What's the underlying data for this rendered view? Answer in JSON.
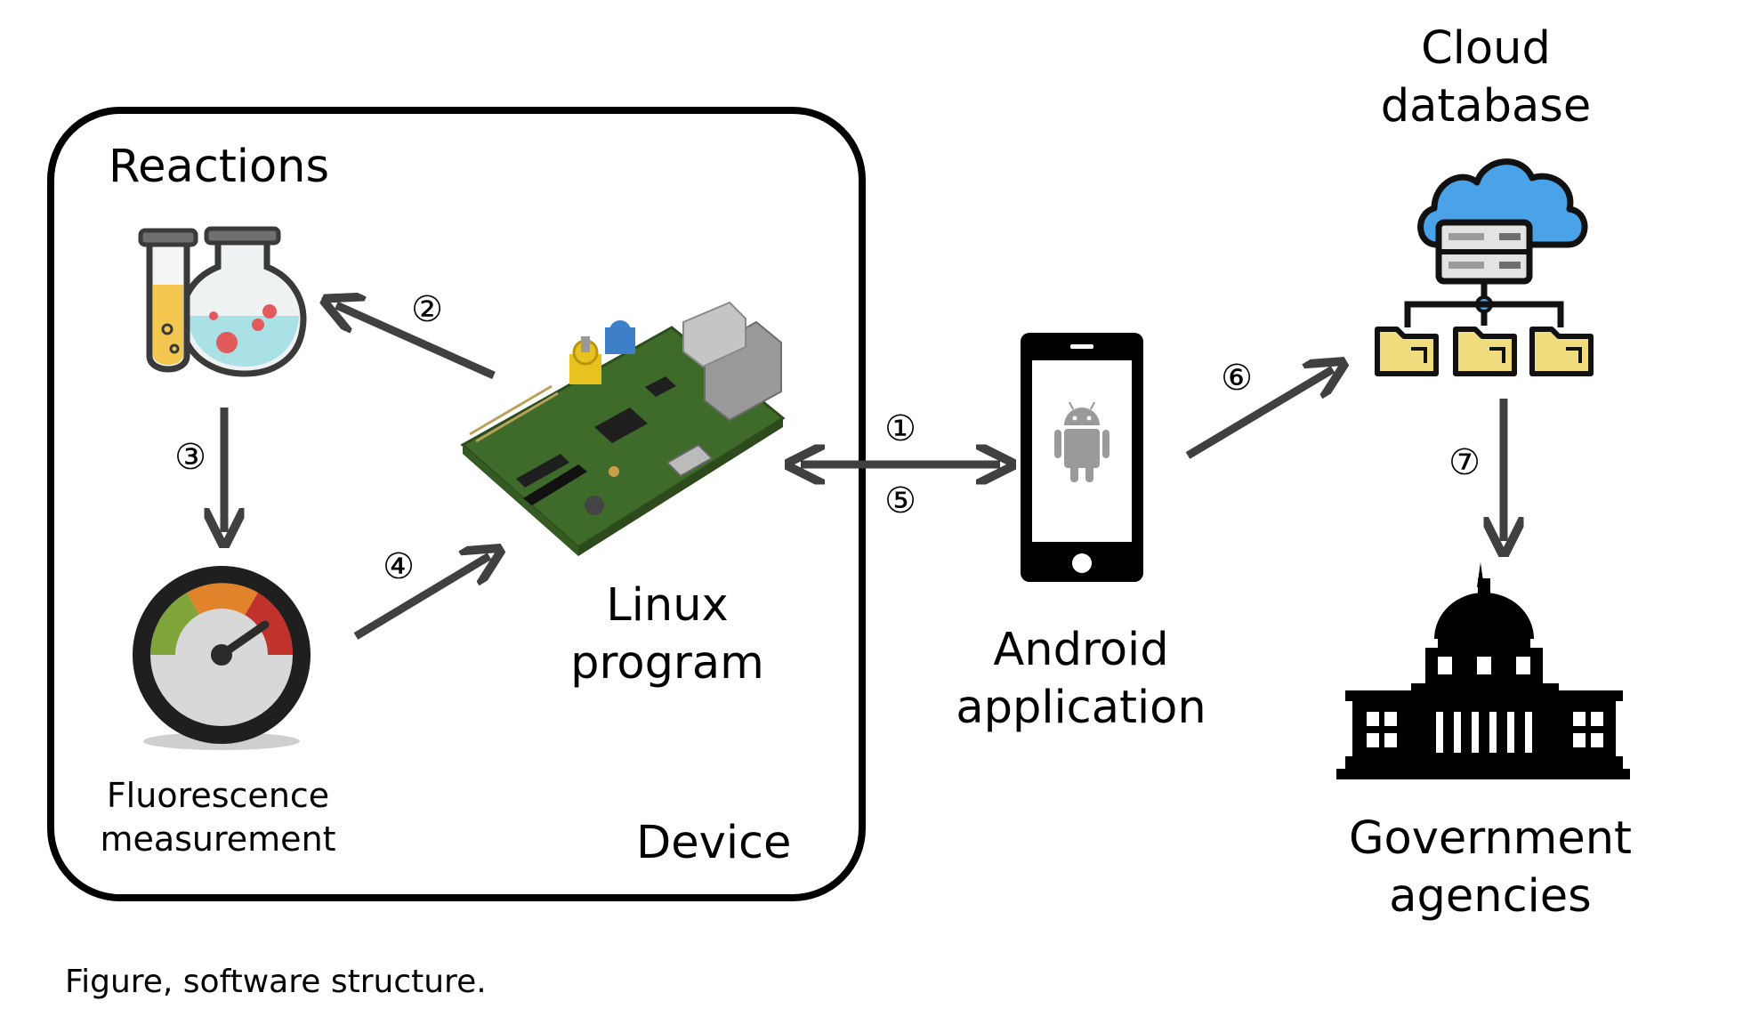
{
  "device": {
    "title": "Device",
    "reactions_label": "Reactions",
    "measurement_label_line1": "Fluorescence",
    "measurement_label_line2": "measurement",
    "linux_label_line1": "Linux",
    "linux_label_line2": "program"
  },
  "android": {
    "label_line1": "Android",
    "label_line2": "application"
  },
  "cloud": {
    "label_line1": "Cloud",
    "label_line2": "database"
  },
  "government": {
    "label_line1": "Government",
    "label_line2": "agencies"
  },
  "steps": {
    "s1": "①",
    "s2": "②",
    "s3": "③",
    "s4": "④",
    "s5": "⑤",
    "s6": "⑥",
    "s7": "⑦"
  },
  "caption": "Figure, software structure.",
  "colors": {
    "arrow": "#404040",
    "board": "#3f6b2a",
    "cloud": "#4aa3e8",
    "folder": "#f0dc7c",
    "gauge_red": "#c0322b",
    "gauge_orange": "#e0832a",
    "gauge_green": "#7fa43a",
    "liquid_yellow": "#f3c74f",
    "liquid_blue": "#a9e1e6",
    "bubble_red": "#e35a5a"
  }
}
